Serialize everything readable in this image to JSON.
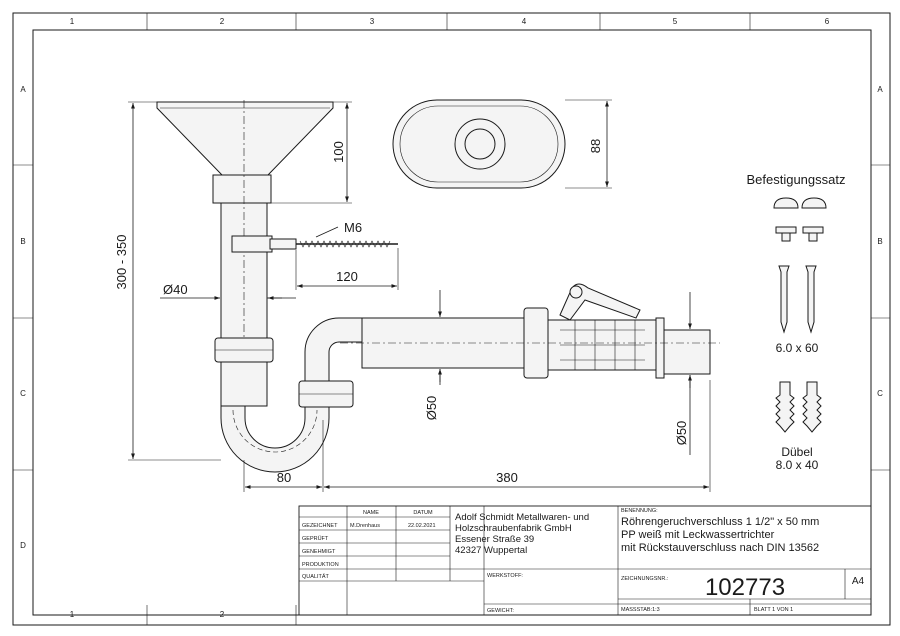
{
  "frame": {
    "col_labels": [
      "1",
      "2",
      "3",
      "4",
      "5",
      "6"
    ],
    "row_labels": [
      "A",
      "B",
      "C",
      "D"
    ]
  },
  "dimensions": {
    "funnel_height": "100",
    "total_height": "300 - 350",
    "screw_label": "M6",
    "screw_length": "120",
    "pipe_dia": "Ø40",
    "dia_50_a": "Ø50",
    "dia_50_b": "Ø50",
    "offset_80": "80",
    "length_380": "380",
    "oval_height": "88"
  },
  "kit": {
    "title": "Befestigungssatz",
    "screw_size": "6.0 x 60",
    "dowel_label": "Dübel",
    "dowel_size": "8.0 x 40"
  },
  "title_block": {
    "col_name": "NAME",
    "col_date": "DATUM",
    "rows": [
      {
        "label": "GEZEICHNET",
        "name": "M.Drenhaus",
        "date": "22.02.2021"
      },
      {
        "label": "GEPRÜFT",
        "name": "",
        "date": ""
      },
      {
        "label": "GENEHMIGT",
        "name": "",
        "date": ""
      },
      {
        "label": "PRODUKTION",
        "name": "",
        "date": ""
      },
      {
        "label": "QUALITÄT",
        "name": "",
        "date": ""
      }
    ],
    "company": [
      "Adolf Schmidt Metallwaren- und",
      "Holzschraubenfabrik GmbH",
      "Essener Straße 39",
      "42327 Wuppertal"
    ],
    "benennung_label": "BENENNUNG:",
    "benennung": [
      "Röhrengeruchverschluss 1 1/2\" x 50 mm",
      "PP weiß mit Leckwassertrichter",
      "mit Rückstauverschluss nach DIN 13562"
    ],
    "werkstoff_label": "WERKSTOFF:",
    "zeichnungsnr_label": "ZEICHNUNGSNR.:",
    "drawing_number": "102773",
    "format": "A4",
    "gewicht_label": "GEWICHT:",
    "massstab": "MASSSTAB:1:3",
    "blatt": "BLATT 1 VON 1"
  }
}
